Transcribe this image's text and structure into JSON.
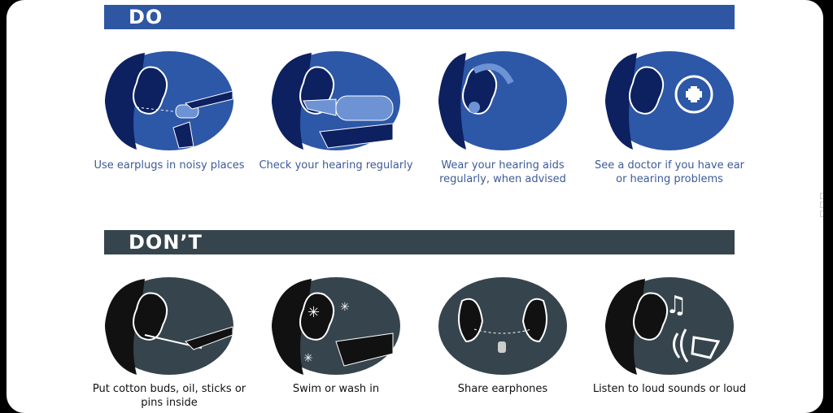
{
  "do_section": {
    "title": "DO",
    "items": [
      {
        "caption": "Use earplugs in noisy places",
        "icon": "earplug-icon"
      },
      {
        "caption": "Check your hearing regularly",
        "icon": "otoscope-icon"
      },
      {
        "caption": "Wear your hearing aids regularly, when advised",
        "icon": "hearing-aid-icon"
      },
      {
        "caption": "See a doctor if you have ear or hearing problems",
        "icon": "medical-cross-icon"
      }
    ]
  },
  "dont_section": {
    "title": "DON’T",
    "items": [
      {
        "caption": "Put cotton buds, oil, sticks or pins inside",
        "icon": "cotton-bud-icon"
      },
      {
        "caption": "Swim or wash in",
        "icon": "dirty-water-icon"
      },
      {
        "caption": "Share earphones",
        "icon": "earphones-icon"
      },
      {
        "caption": "Listen to loud sounds or loud",
        "icon": "loud-music-icon"
      }
    ]
  },
  "colors": {
    "do_bar": "#2f56a3",
    "dont_bar": "#36444d",
    "do_circle": "#2d57a7",
    "do_dark": "#0d2060",
    "dont_circle": "#36444d"
  }
}
